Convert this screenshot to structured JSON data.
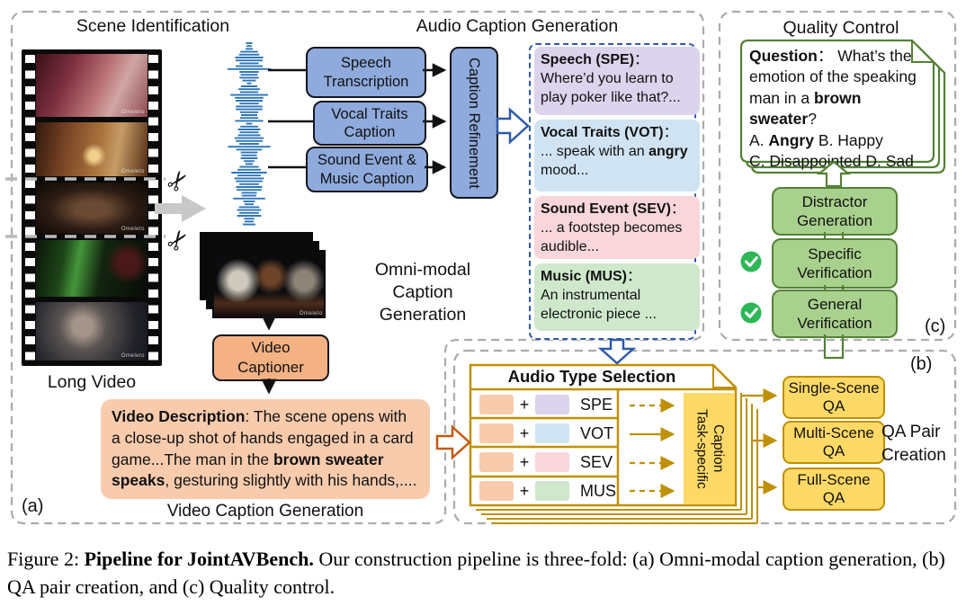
{
  "watermark": "Omeleto",
  "icons": {
    "scissors": "✂"
  },
  "colors": {
    "process_blue": "#8FAADC",
    "spe_lavender": "#DCD3EC",
    "vot_blue": "#CFE3F3",
    "sev_pink": "#F8D6DA",
    "mus_green": "#CFE8CC",
    "captioner_orange": "#F4B183",
    "description_peach": "#F8CBAD",
    "verify_green_fill": "#A9D18E",
    "verify_green_border": "#538135",
    "check_green": "#2DB757",
    "gold_border": "#BF9000",
    "qa_yellow": "#FFD966",
    "flow_blue": "#2E5AA8",
    "flow_orange": "#C55A11",
    "region_gray": "#ABABAB",
    "waveform_blue": "#2E75B6"
  },
  "panel_a": {
    "label": "(a)",
    "scene_identification_title": "Scene Identification",
    "long_video_label": "Long Video",
    "audio_caption_generation_title": "Audio Caption Generation",
    "omni_modal_label": "Omni-modal\nCaption\nGeneration",
    "video_caption_generation_label": "Video Caption Generation",
    "boxes": {
      "speech_transcription": "Speech\nTranscription",
      "vocal_traits": "Vocal Traits\nCaption",
      "sound_event": "Sound Event &\nMusic Caption",
      "caption_refinement": "Caption Refinement",
      "video_captioner": "Video\nCaptioner"
    },
    "caption_cards": {
      "spe": {
        "segments": [
          {
            "t": "Speech (SPE)",
            "b": true
          },
          {
            "t": "：",
            "b": false
          },
          {
            "t": "Where’d you learn to play poker like that?...",
            "b": false,
            "br": true
          }
        ]
      },
      "vot": {
        "segments": [
          {
            "t": "Vocal Traits (VOT)",
            "b": true
          },
          {
            "t": "：",
            "b": false
          },
          {
            "t": "... speak with an ",
            "b": false,
            "br": true
          },
          {
            "t": "angry",
            "b": true
          },
          {
            "t": " mood...",
            "b": false
          }
        ]
      },
      "sev": {
        "segments": [
          {
            "t": "Sound Event (SEV)",
            "b": true
          },
          {
            "t": "：",
            "b": false
          },
          {
            "t": "... a footstep becomes audible...",
            "b": false,
            "br": true
          }
        ]
      },
      "mus": {
        "segments": [
          {
            "t": "Music (MUS)",
            "b": true
          },
          {
            "t": "：",
            "b": false
          },
          {
            "t": "An instrumental electronic piece ...",
            "b": false,
            "br": true
          }
        ]
      }
    },
    "video_description": {
      "segments": [
        {
          "t": "Video Description",
          "b": true
        },
        {
          "t": ": The scene opens with a close-up shot of hands engaged in a card game...The man in the ",
          "b": false
        },
        {
          "t": "brown sweater speaks",
          "b": true
        },
        {
          "t": ", gesturing slightly with his hands,....",
          "b": false
        }
      ]
    }
  },
  "panel_b": {
    "label": "(b)",
    "selection_title": "Audio Type Selection",
    "plus": "+",
    "rows": [
      {
        "label": "SPE"
      },
      {
        "label": "VOT"
      },
      {
        "label": "SEV"
      },
      {
        "label": "MUS"
      }
    ],
    "task_specific_label": "Task-specific\nCaption",
    "qa_boxes": {
      "single": "Single-Scene\nQA",
      "multi": "Multi-Scene\nQA",
      "full": "Full-Scene\nQA"
    },
    "qa_pair_creation_label": "QA Pair\nCreation"
  },
  "panel_c": {
    "label": "(c)",
    "title": "Quality Control",
    "question": {
      "segments": [
        {
          "t": "Question",
          "b": true
        },
        {
          "t": "：  What’s the emotion of the speaking man in a ",
          "b": false
        },
        {
          "t": "brown sweater",
          "b": true
        },
        {
          "t": "?",
          "b": false
        },
        {
          "t": "A. ",
          "b": false,
          "br": true
        },
        {
          "t": "Angry",
          "b": true
        },
        {
          "t": " B. Happy",
          "b": false
        },
        {
          "t": "C. Disappointed D. Sad",
          "b": false,
          "br": true
        }
      ]
    },
    "boxes": {
      "distractor": "Distractor\nGeneration",
      "specific": "Specific\nVerification",
      "general": "General\nVerification"
    }
  },
  "figure_caption": {
    "segments": [
      {
        "t": "Figure 2: ",
        "b": false
      },
      {
        "t": "Pipeline for JointAVBench.",
        "b": true
      },
      {
        "t": "  Our construction pipeline is three-fold: (a) Omni-modal caption generation, (b) QA pair creation, and (c) Quality control.",
        "b": false
      }
    ]
  }
}
